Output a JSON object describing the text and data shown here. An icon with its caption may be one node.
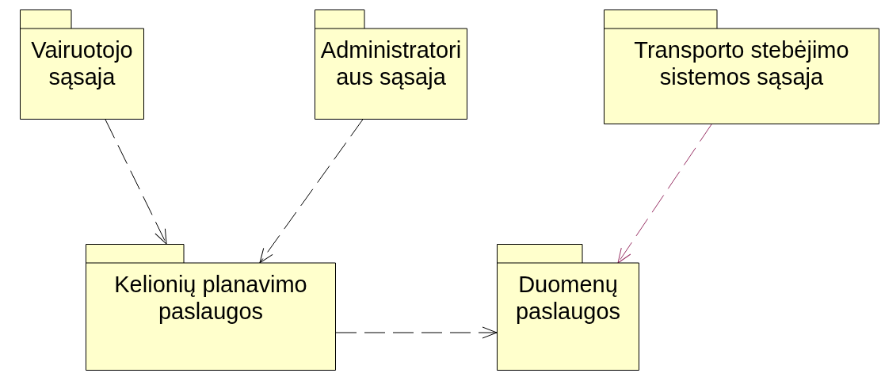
{
  "diagram": {
    "nodes": [
      {
        "text": [
          "Vairuotojo sąsaja"
        ]
      },
      {
        "text": [
          "Administratori aus sąsaja"
        ]
      },
      {
        "text": [
          "Transporto stebėjimo sistemos sąsaja"
        ]
      },
      {
        "text": [
          "Kelionių planavimo paslaugos"
        ]
      },
      {
        "text": [
          "Duomenų paslaugos"
        ]
      }
    ],
    "edges": [
      {
        "from": 0,
        "to": 3,
        "arrow": "to",
        "style": "dashed"
      },
      {
        "from": 1,
        "to": 3,
        "arrow": "to",
        "style": "dashed"
      },
      {
        "from": 2,
        "to": 4,
        "arrow": "to",
        "style": "dashed",
        "color": "#993366"
      },
      {
        "from": 3,
        "to": 4,
        "arrow": "to",
        "style": "dashed"
      }
    ]
  }
}
